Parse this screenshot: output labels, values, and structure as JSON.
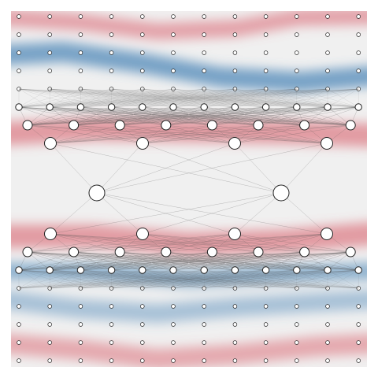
{
  "colors": {
    "background": "#f0f0f0",
    "band_red": "#d9636e",
    "band_blue": "#4f88b8",
    "edge": "#555555",
    "node_fill": "#ffffff",
    "node_stroke": "#222222"
  },
  "network": {
    "layers": [
      {
        "name": "input-lattice-top",
        "count": 12
      },
      {
        "name": "layer-1-top",
        "count": 12
      },
      {
        "name": "layer-2-top",
        "count": 8
      },
      {
        "name": "layer-3-top",
        "count": 4
      },
      {
        "name": "bottleneck",
        "count": 2
      },
      {
        "name": "layer-3-bottom",
        "count": 4
      },
      {
        "name": "layer-2-bottom",
        "count": 8
      },
      {
        "name": "layer-1-bottom",
        "count": 12
      },
      {
        "name": "input-lattice-bottom",
        "count": 12
      }
    ]
  }
}
